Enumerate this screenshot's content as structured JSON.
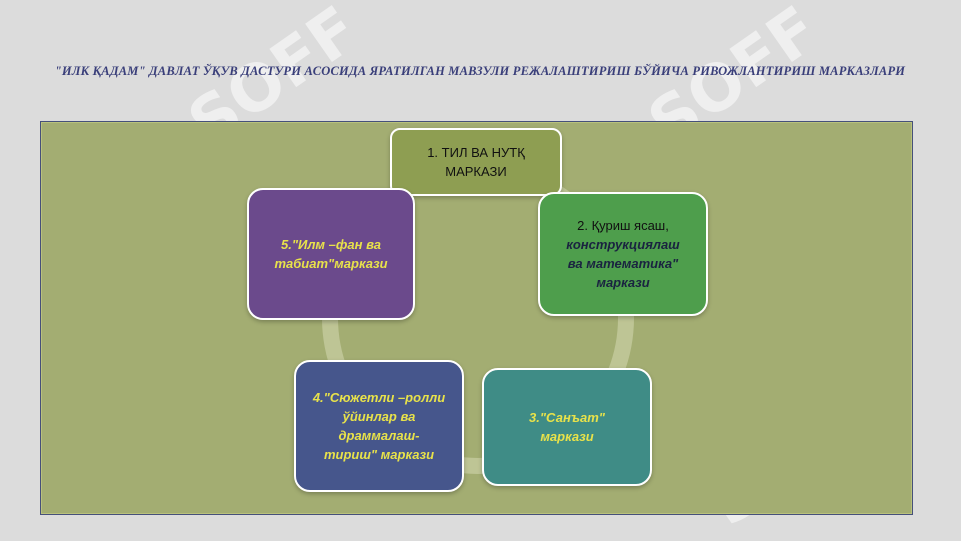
{
  "header": {
    "title": "\"ИЛК ҚАДАМ\" ДАВЛАТ ЎҚУВ ДАСТУРИ АСОСИДА ЯРАТИЛГАН МАВЗУЛИ РЕЖАЛАШТИРИШ БЎЙИЧА РИВОЖЛАНТИРИШ МАРКАЗЛАРИ"
  },
  "diagram": {
    "center_1": {
      "line1": "1. ТИЛ ВА НУТҚ",
      "line2": "МАРКАЗИ"
    },
    "center_2": {
      "line1": "2. Қуриш ясаш,",
      "line2": "конструкциялаш",
      "line3": "ва математика\"",
      "line4": "маркази"
    },
    "center_3": {
      "line1": "3.\"Санъат\"",
      "line2": "маркази"
    },
    "center_4": {
      "line1": "4.\"Сюжетли –ролли",
      "line2": "ўйинлар ва",
      "line3": "драммалаш-",
      "line4": "тириш\" маркази"
    },
    "center_5": {
      "line1": "5.\"Илм –фан ва",
      "line2": "табиат\"маркази"
    }
  },
  "watermark": {
    "text": "SOFF"
  },
  "colors": {
    "panel": "#a3ad72",
    "center_1": "#8e9e52",
    "center_2": "#4e9e4c",
    "center_3": "#3f8c86",
    "center_4": "#46568c",
    "center_5": "#6b4a8c",
    "title": "#3a3f7a"
  }
}
